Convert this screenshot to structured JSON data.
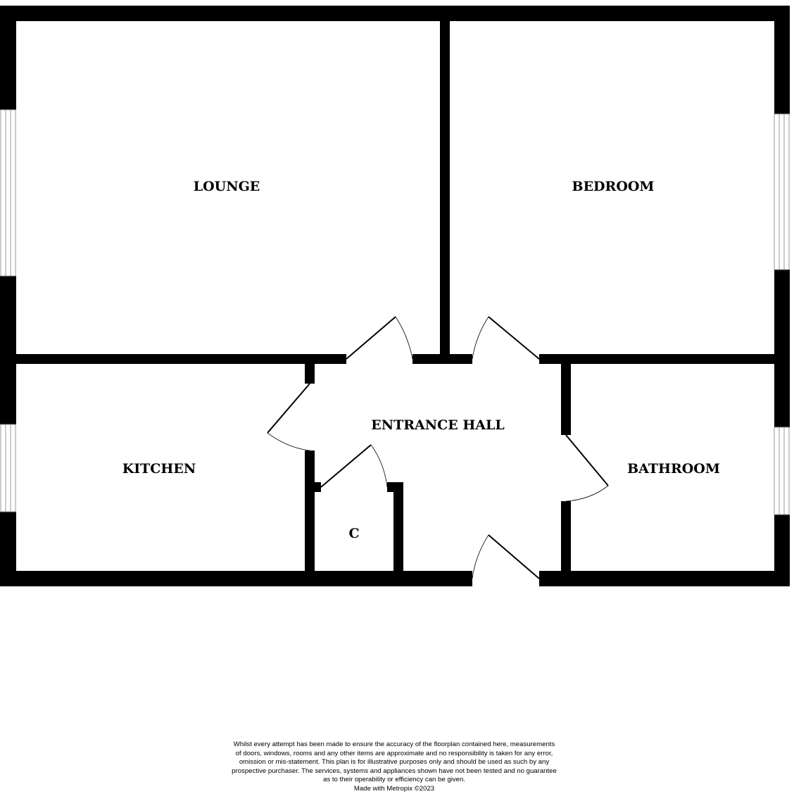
{
  "rooms": {
    "lounge": "LOUNGE",
    "bedroom": "BEDROOM",
    "entrance_hall": "ENTRANCE HALL",
    "kitchen": "KITCHEN",
    "bathroom": "BATHROOM",
    "cupboard": "C"
  },
  "disclaimer": {
    "lines": [
      "Whilst every attempt has been made to ensure the accuracy of the floorplan contained here, measurements",
      "of doors, windows, rooms and any other items are approximate and no responsibility is taken for any error,",
      "omission or mis-statement. This plan is for illustrative purposes only and should be used as such by any",
      "prospective purchaser. The services, systems and appliances shown have not been tested and no guarantee",
      "as to their operability or efficiency can be given."
    ],
    "credit": "Made with Metropix ©2023"
  },
  "colors": {
    "wall": "#000000",
    "window_frame": "#9a9a9a",
    "background": "#ffffff"
  }
}
